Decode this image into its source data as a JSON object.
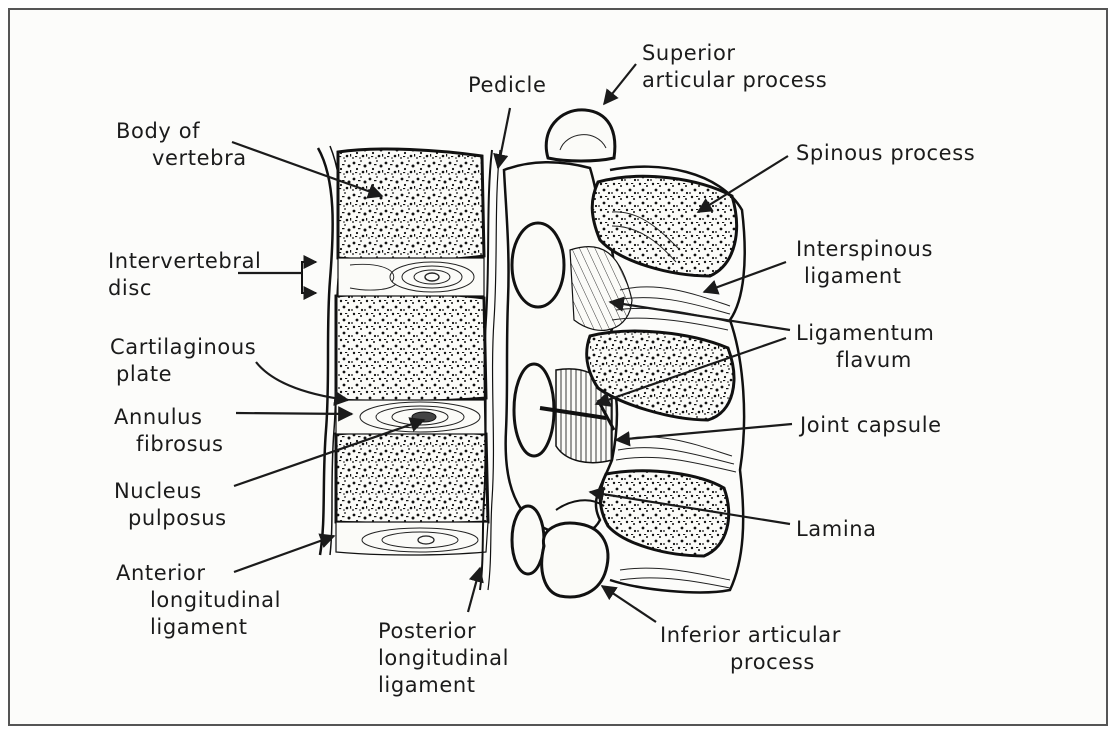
{
  "labels": {
    "superior_articular_process": [
      "Superior",
      "articular  process"
    ],
    "pedicle": [
      "Pedicle"
    ],
    "body_of_vertebra": [
      "Body of",
      "vertebra"
    ],
    "spinous_process": [
      "Spinous  process"
    ],
    "intervertebral_disc": [
      "Intervertebral",
      "disc"
    ],
    "interspinous_ligament": [
      "Interspinous",
      "ligament"
    ],
    "ligamentum_flavum": [
      "Ligamentum",
      "flavum"
    ],
    "cartilaginous_plate": [
      "Cartilaginous",
      "plate"
    ],
    "annulus_fibrosus": [
      "Annulus",
      "fibrosus"
    ],
    "joint_capsule": [
      "Joint  capsule"
    ],
    "nucleus_pulposus": [
      "Nucleus",
      "pulposus"
    ],
    "lamina": [
      "Lamina"
    ],
    "anterior_longitudinal_ligament": [
      "Anterior",
      "longitudinal",
      "ligament"
    ],
    "posterior_longitudinal_ligament": [
      "Posterior",
      "longitudinal",
      "ligament"
    ],
    "inferior_articular_process": [
      "Inferior  articular",
      "process"
    ]
  },
  "colors": {
    "ink": "#1b1b1b",
    "background": "#fcfcfa",
    "frame": "#555555"
  }
}
